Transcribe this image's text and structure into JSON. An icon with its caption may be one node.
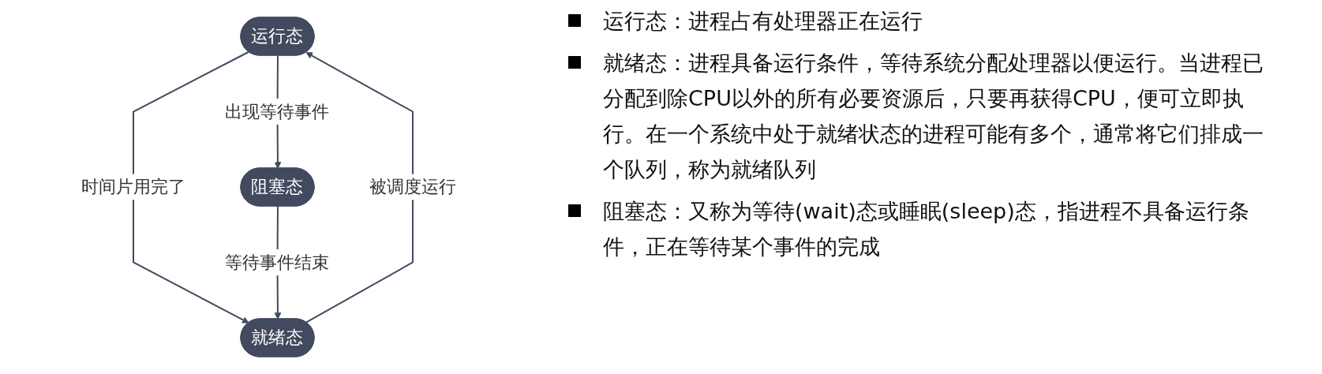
{
  "diagram": {
    "nodes": [
      {
        "text": [
          "运行态"
        ]
      },
      {
        "text": [
          "就绪态"
        ]
      },
      {
        "text": [
          "阻塞态"
        ]
      }
    ],
    "edges": [
      {
        "from": 1,
        "to": 0,
        "arrow": "to",
        "label": "被调度运行"
      },
      {
        "from": 0,
        "to": 1,
        "arrow": "to",
        "label": "时间片用完了"
      },
      {
        "from": 0,
        "to": 2,
        "arrow": "to",
        "label": "出现等待事件"
      },
      {
        "from": 2,
        "to": 1,
        "arrow": "to",
        "label": "等待事件结束"
      }
    ],
    "labels": [
      "运行态：进程占有处理器正在运行",
      "就绪态：进程具备运行条件，等待系统分配处理器以便运行。当进程已分配到除CPU以外的所有必要资源后，只要再获得CPU，便可立即执行。在一个系统中处于就绪状态的进程可能有多个，通常将它们排成一个队列，称为就绪队列",
      "阻塞态：又称为等待(wait)态或睡眠(sleep)态，指进程不具备运行条件，正在等待某个事件的完成"
    ]
  }
}
